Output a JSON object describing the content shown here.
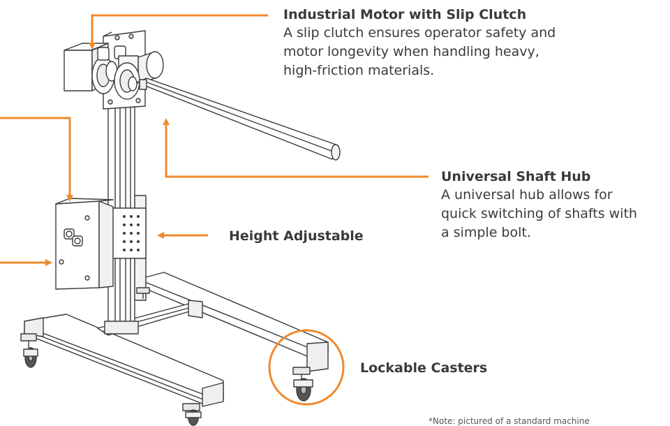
{
  "colors": {
    "accent": "#F0892E",
    "line_art": "#3a3a3a",
    "metal_fill": "#ffffff",
    "shade": "#e6e6e6",
    "wheel": "#555555"
  },
  "callouts": {
    "motor": {
      "title": "Industrial Motor with Slip Clutch",
      "description_lines": [
        "A slip clutch ensures operator safety and",
        "motor longevity when handling heavy,",
        "high-friction materials."
      ]
    },
    "shaft_hub": {
      "title": "Universal Shaft Hub",
      "description_lines": [
        "A universal hub allows for",
        "quick switching of shafts with",
        "a simple bolt."
      ]
    },
    "height": {
      "title": "Height Adjustable"
    },
    "casters": {
      "title": "Lockable Casters"
    }
  },
  "footnote": "*Note: pictured of a standard machine"
}
